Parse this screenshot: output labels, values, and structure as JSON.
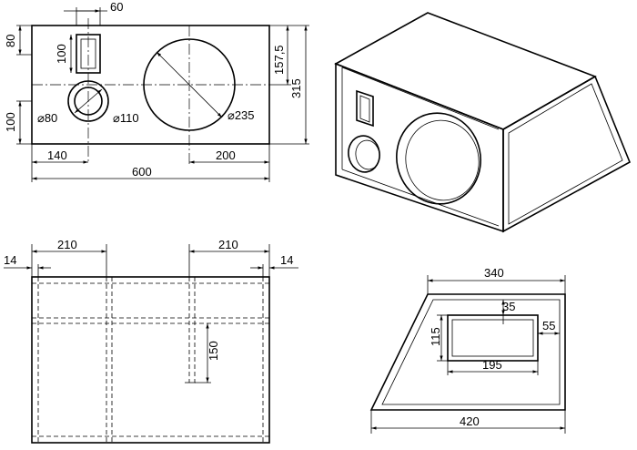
{
  "front_view": {
    "dims": {
      "width_total": "600",
      "height_total": "315",
      "port_width": "60",
      "port_height": "100",
      "port_top": "80",
      "sub_center_h": "157,5",
      "small_bottom": "100",
      "small_left": "140",
      "large_right": "200",
      "dia_80": "⌀80",
      "dia_110": "⌀110",
      "dia_235": "⌀235"
    }
  },
  "top_view": {
    "dims": {
      "left_210": "210",
      "right_210": "210",
      "left_14": "14",
      "right_14": "14",
      "slot_150": "150"
    }
  },
  "side_view": {
    "dims": {
      "top_340": "340",
      "bottom_420": "420",
      "port_115": "115",
      "port_195": "195",
      "port_35": "35",
      "port_55": "55"
    }
  }
}
